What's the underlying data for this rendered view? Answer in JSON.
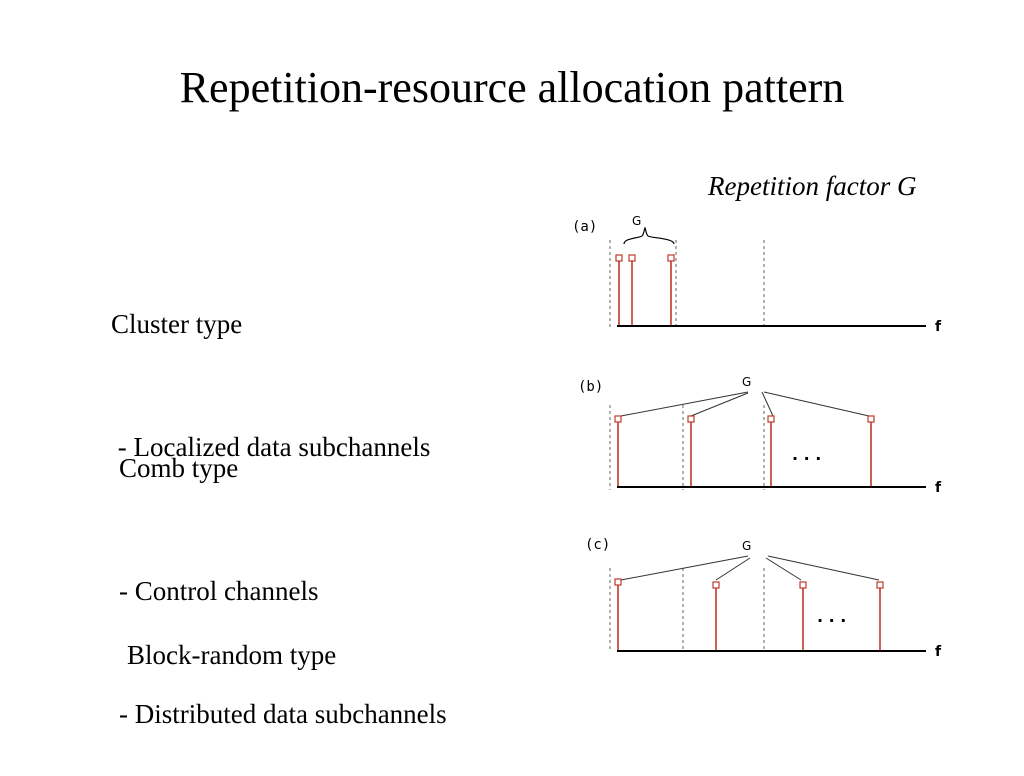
{
  "slide": {
    "title": "Repetition-resource allocation pattern",
    "subtitle": "Repetition factor G"
  },
  "patterns": [
    {
      "lines": [
        "Cluster type",
        " - Localized data subchannels"
      ],
      "panel_label": "(a)",
      "g_label": "G",
      "axis_label": "f",
      "ellipsis": ""
    },
    {
      "lines": [
        "Comb type",
        "- Control channels",
        "- Distributed data subchannels"
      ],
      "panel_label": "(b)",
      "g_label": "G",
      "axis_label": "f",
      "ellipsis": ". . ."
    },
    {
      "lines": [
        "Block-random type"
      ],
      "panel_label": "(c)",
      "g_label": "G",
      "axis_label": "f",
      "ellipsis": ". . ."
    }
  ],
  "colors": {
    "subcarrier": "#c0392b",
    "axis": "#000000",
    "divider": "#666666",
    "connector": "#333333"
  }
}
